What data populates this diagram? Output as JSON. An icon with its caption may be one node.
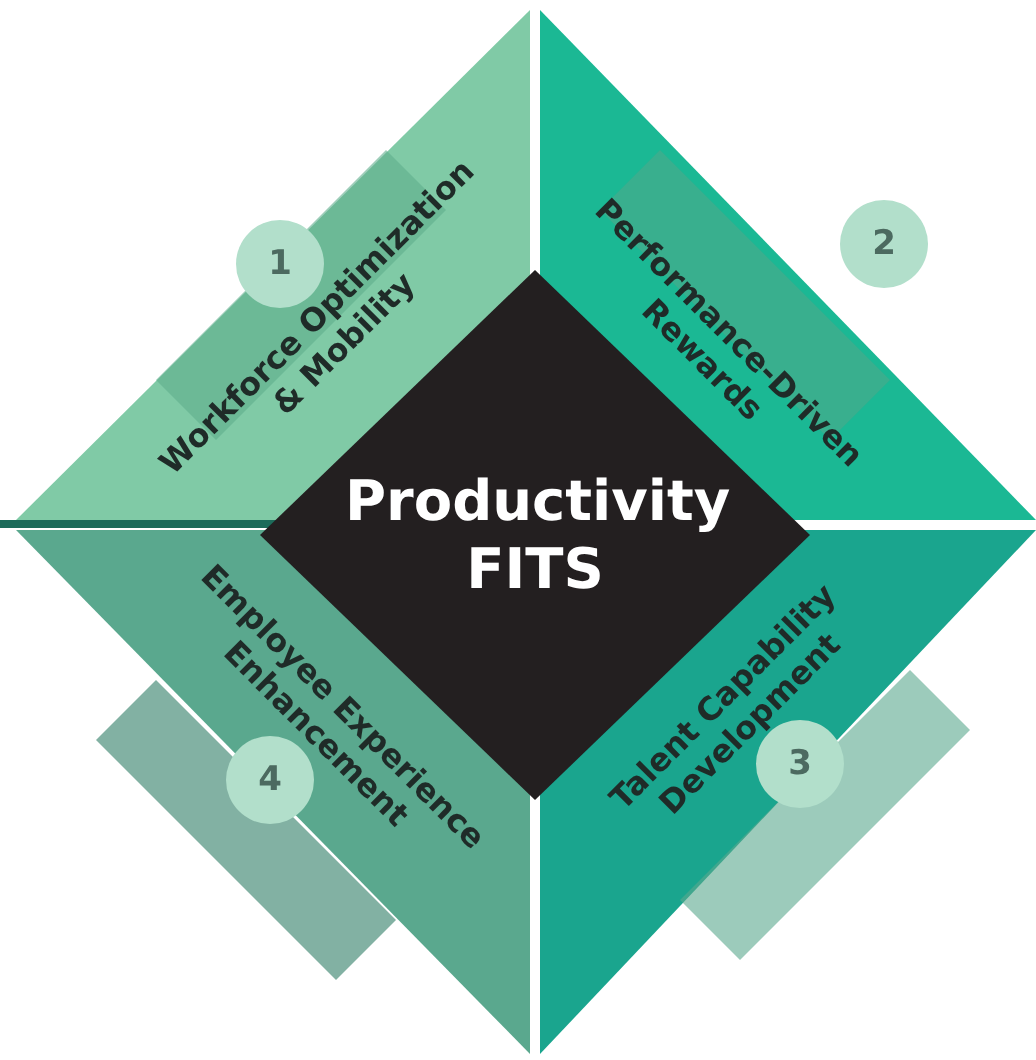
{
  "diagram": {
    "nodes": [
      {
        "text": [
          "Productivity FITS"
        ]
      },
      {
        "text": [
          "Workforce Optimization & Mobility"
        ]
      },
      {
        "text": [
          "1"
        ],
        "in": 1
      },
      {
        "text": [
          "Performance-Driven Rewards"
        ]
      },
      {
        "text": [
          "2"
        ],
        "in": 3
      },
      {
        "text": [
          "Employee Experience Enhancement"
        ]
      },
      {
        "text": [
          "4"
        ],
        "in": 5
      },
      {
        "text": [
          "Talent Capability Development"
        ]
      },
      {
        "text": [
          "3"
        ],
        "in": 7
      }
    ]
  }
}
